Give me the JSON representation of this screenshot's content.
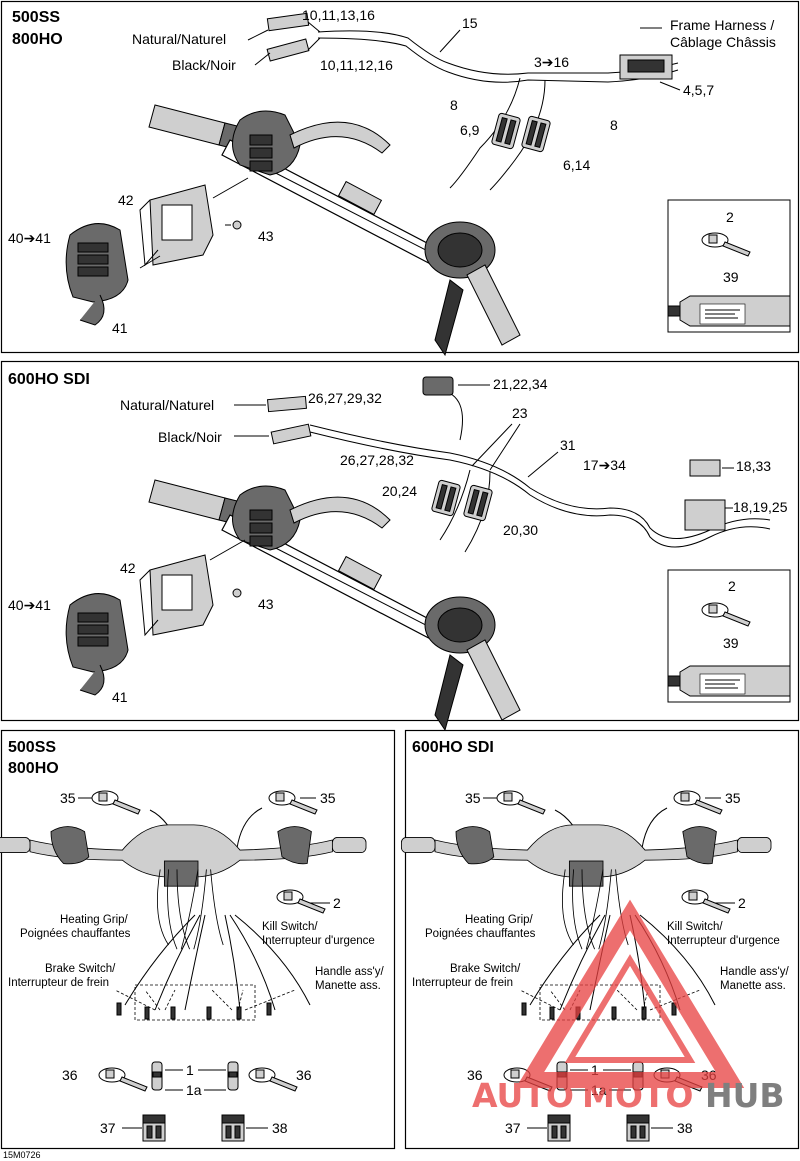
{
  "panels": {
    "top": {
      "title_line1": "500SS",
      "title_line2": "800HO",
      "labels": {
        "natural": "Natural/Naturel",
        "black": "Black/Noir",
        "natural_parts": "10,11,13,16",
        "black_parts": "10,11,12,16",
        "p15": "15",
        "frame_harness_1": "Frame Harness /",
        "frame_harness_2": "Câblage Châssis",
        "p3_16": "3➔16",
        "p4_5_7": "4,5,7",
        "p8a": "8",
        "p8b": "8",
        "p6_9": "6,9",
        "p6_14": "6,14",
        "p42": "42",
        "p43": "43",
        "p40_41": "40➔41",
        "p41": "41",
        "p2": "2",
        "p39": "39"
      }
    },
    "middle": {
      "title": "600HO SDI",
      "labels": {
        "natural": "Natural/Naturel",
        "black": "Black/Noir",
        "natural_parts": "26,27,29,32",
        "black_parts": "26,27,28,32",
        "p21_22_34": "21,22,34",
        "p23": "23",
        "p31": "31",
        "p17_34": "17➔34",
        "p18_33": "18,33",
        "p18_19_25": "18,19,25",
        "p20_24": "20,24",
        "p20_30": "20,30",
        "p42": "42",
        "p43": "43",
        "p40_41": "40➔41",
        "p41": "41",
        "p2": "2",
        "p39": "39"
      }
    },
    "bottom_left": {
      "title_line1": "500SS",
      "title_line2": "800HO",
      "labels": {
        "p35a": "35",
        "p35b": "35",
        "p2": "2",
        "heating_1": "Heating Grip/",
        "heating_2": "Poignées chauffantes",
        "kill_1": "Kill Switch/",
        "kill_2": "Interrupteur d'urgence",
        "brake_1": "Brake Switch/",
        "brake_2": "Interrupteur de frein",
        "handle_1": "Handle ass'y/",
        "handle_2": "Manette ass.",
        "p1": "1",
        "p1a": "1a",
        "p36a": "36",
        "p36b": "36",
        "p37": "37",
        "p38": "38"
      }
    },
    "bottom_right": {
      "title": "600HO SDI",
      "labels": {
        "p35a": "35",
        "p35b": "35",
        "p2": "2",
        "heating_1": "Heating Grip/",
        "heating_2": "Poignées chauffantes",
        "kill_1": "Kill Switch/",
        "kill_2": "Interrupteur d'urgence",
        "brake_1": "Brake Switch/",
        "brake_2": "Interrupteur de frein",
        "handle_1": "Handle ass'y/",
        "handle_2": "Manette ass.",
        "p1": "1",
        "p1a": "1a",
        "p36a": "36",
        "p36b": "36",
        "p37": "37",
        "p38": "38"
      }
    }
  },
  "figure_code": "15M0726",
  "watermark": {
    "text_a": "AUTO",
    "text_b": "MOTO",
    "text_c": "HUB",
    "color_accent": "#e84040",
    "color_dark": "#555555"
  }
}
